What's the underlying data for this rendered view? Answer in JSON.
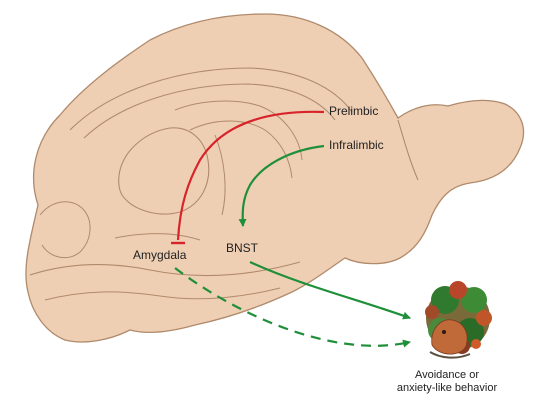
{
  "labels": {
    "prelimbic": "Prelimbic",
    "infralimbic": "Infralimbic",
    "amygdala": "Amygdala",
    "bnst": "BNST"
  },
  "caption": {
    "line1": "Avoidance or",
    "line2": "anxiety-like behavior"
  },
  "colors": {
    "brain_fill": "#efcfb3",
    "brain_outline": "#b08a6c",
    "inhibitory_path": "#d8232a",
    "excitatory_path": "#1f8f3a",
    "text": "#222222"
  },
  "connections": [
    {
      "from": "Prelimbic",
      "to": "Amygdala",
      "type": "inhibitory",
      "style": "solid",
      "color": "red"
    },
    {
      "from": "Infralimbic",
      "to": "BNST",
      "type": "excitatory",
      "style": "solid",
      "color": "green"
    },
    {
      "from": "BNST",
      "to": "Avoidance or anxiety-like behavior",
      "type": "excitatory",
      "style": "solid",
      "color": "green"
    },
    {
      "from": "Amygdala",
      "to": "Avoidance or anxiety-like behavior",
      "type": "excitatory",
      "style": "dashed",
      "color": "green"
    }
  ],
  "icons": {
    "brain": "brain-sagittal-section",
    "behavior": "rodent-in-foliage"
  }
}
